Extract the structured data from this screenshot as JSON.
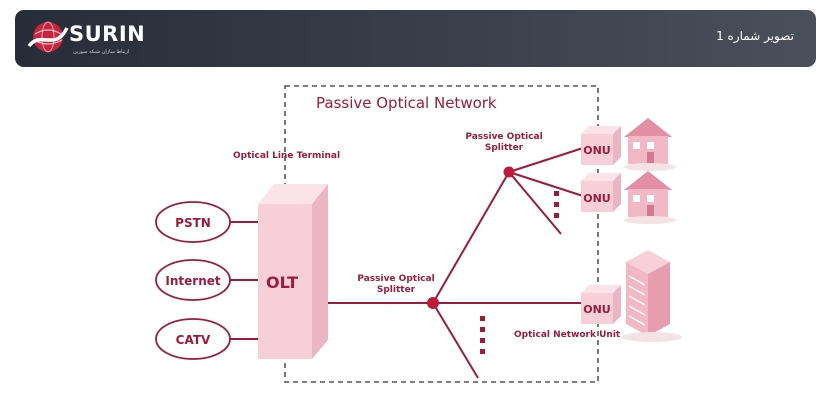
{
  "header": {
    "logo_word": "SURIN",
    "logo_tagline": "ارتباط سازان شبکه سورین",
    "title": "تصویر شماره 1"
  },
  "diagram": {
    "pon_title": "Passive Optical Network",
    "olt_caption": "Optical Line Terminal",
    "olt_box": "OLT",
    "services": [
      "PSTN",
      "Internet",
      "CATV"
    ],
    "splitter_main": [
      "Passive Optical",
      "Splitter"
    ],
    "splitter_top": [
      "Passive Optical",
      "Splitter"
    ],
    "onu": [
      "ONU",
      "ONU",
      "ONU"
    ],
    "onu_caption": "Optical Network Unit"
  },
  "colors": {
    "line": "#9b1c3c",
    "label": "#9b1c3c",
    "box_fill": "#f7cfd8",
    "house_fill": "#f2b8c6"
  }
}
